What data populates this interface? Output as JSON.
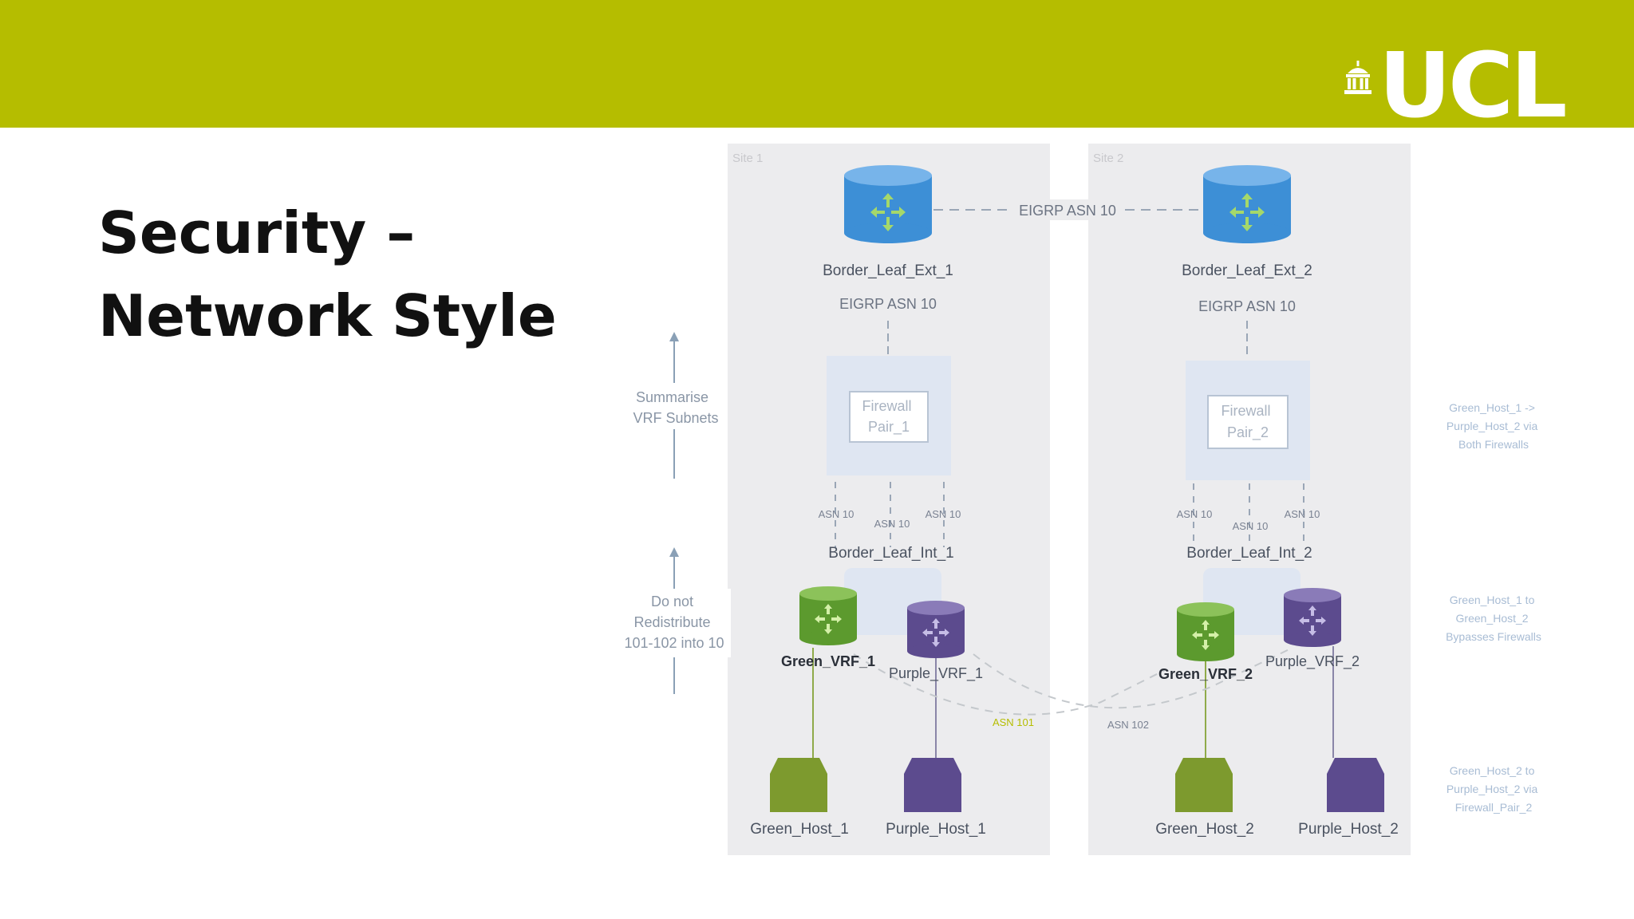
{
  "header": {
    "background": "#b5bd00",
    "logo_text": "UCL",
    "logo_mark": "portico-icon"
  },
  "slide": {
    "title_line_1": "Security –",
    "title_line_2": "Network Style"
  },
  "diagram": {
    "sites": [
      {
        "label": "Site 1"
      },
      {
        "label": "Site 2"
      }
    ],
    "eigrp_peer_label": "EIGRP ASN 10",
    "border_leaf_ext": [
      {
        "name": "Border_Leaf_Ext_1",
        "asn": "EIGRP ASN 10"
      },
      {
        "name": "Border_Leaf_Ext_2",
        "asn": "EIGRP ASN 10"
      }
    ],
    "firewalls": [
      {
        "line1": "Firewall",
        "line2": "Pair_1"
      },
      {
        "line1": "Firewall",
        "line2": "Pair_2"
      }
    ],
    "asn_link_label": "ASN 10",
    "border_leaf_int": [
      "Border_Leaf_Int_1",
      "Border_Leaf_Int_2"
    ],
    "vrfs": {
      "green": [
        "Green_VRF_1",
        "Green_VRF_2"
      ],
      "purple": [
        "Purple_VRF_1",
        "Purple_VRF_2"
      ]
    },
    "cross_site_asn": [
      "ASN 101",
      "ASN 102"
    ],
    "hosts": [
      "Green_Host_1",
      "Purple_Host_1",
      "Green_Host_2",
      "Purple_Host_2"
    ],
    "left_annotations": {
      "summarise": [
        "Summarise",
        "VRF Subnets"
      ],
      "do_not_redistribute": [
        "Do not",
        "Redistribute",
        "101-102 into 10"
      ]
    },
    "right_notes": [
      [
        "Green_Host_1 ->",
        "Purple_Host_2 via",
        "Both Firewalls"
      ],
      [
        "Green_Host_1 to",
        "Green_Host_2",
        "Bypasses Firewalls"
      ],
      [
        "Green_Host_2 to",
        "Purple_Host_2 via",
        "Firewall_Pair_2"
      ]
    ],
    "colors": {
      "router_blue": "#3d8fd6",
      "vrf_green": "#5c9a2e",
      "vrf_purple": "#5c4b8e",
      "host_green": "#7d9a2e",
      "host_purple": "#5c4b8e",
      "site_panel": "#ececee",
      "arrow_green": "#a5d86a"
    }
  }
}
